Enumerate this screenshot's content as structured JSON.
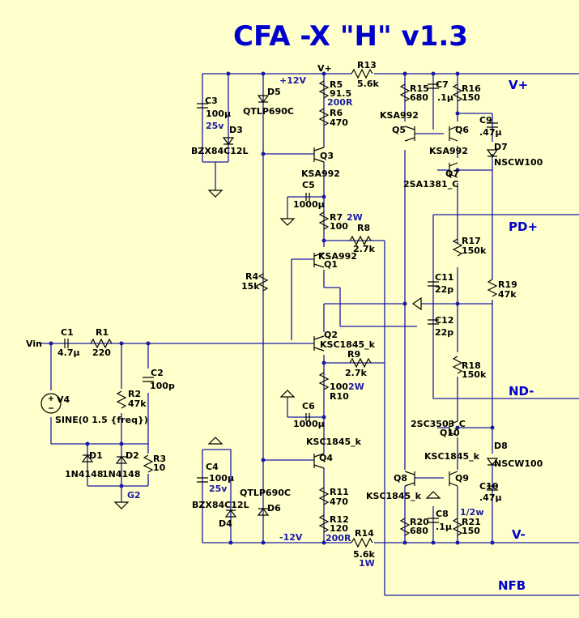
{
  "title": "CFA -X \"H\" v1.3",
  "nets": {
    "vplus": "V+",
    "vminus": "V-",
    "pdplus": "PD+",
    "ndminus": "ND-",
    "nfb": "NFB",
    "vin": "Vin",
    "plus12": "+12V",
    "minus12": "-12V",
    "vplus_small": "V+",
    "g2": "G2"
  },
  "components": [
    {
      "ref": "C3",
      "value": "100µ",
      "note": "25v"
    },
    {
      "ref": "D3",
      "value": "BZX84C12L"
    },
    {
      "ref": "D5",
      "value": "QTLP690C"
    },
    {
      "ref": "R5",
      "value": "91.5",
      "note": "200R"
    },
    {
      "ref": "R6",
      "value": "470"
    },
    {
      "ref": "Q3",
      "value": "KSA992"
    },
    {
      "ref": "C5",
      "value": "1000µ"
    },
    {
      "ref": "R7",
      "value": "100",
      "note": "2W"
    },
    {
      "ref": "R8",
      "value": "2.7k"
    },
    {
      "ref": "Q1",
      "value": "KSA992"
    },
    {
      "ref": "R4",
      "value": "15k"
    },
    {
      "ref": "R13",
      "value": "5.6k"
    },
    {
      "ref": "R15",
      "value": "680"
    },
    {
      "ref": "C7",
      "value": ".1µ"
    },
    {
      "ref": "R16",
      "value": "150"
    },
    {
      "ref": "C9",
      "value": ".47µ"
    },
    {
      "ref": "Q5",
      "value": "KSA992"
    },
    {
      "ref": "Q6",
      "value": "KSA992"
    },
    {
      "ref": "D7",
      "value": "NSCW100"
    },
    {
      "ref": "Q7",
      "value": "2SA1381_C"
    },
    {
      "ref": "R17",
      "value": "150k"
    },
    {
      "ref": "C11",
      "value": "22p"
    },
    {
      "ref": "C12",
      "value": "22p"
    },
    {
      "ref": "R19",
      "value": "47k"
    },
    {
      "ref": "R18",
      "value": "150k"
    },
    {
      "ref": "C1",
      "value": "4.7µ"
    },
    {
      "ref": "R1",
      "value": "220"
    },
    {
      "ref": "C2",
      "value": "100p"
    },
    {
      "ref": "R2",
      "value": "47k"
    },
    {
      "ref": "V4",
      "value": "SINE(0 1.5 {freq})"
    },
    {
      "ref": "D1",
      "value": "1N4148"
    },
    {
      "ref": "D2",
      "value": "1N4148"
    },
    {
      "ref": "R3",
      "value": "10"
    },
    {
      "ref": "Q2",
      "value": "KSC1845_k"
    },
    {
      "ref": "R9",
      "value": "2.7k"
    },
    {
      "ref": "R10",
      "value": "100",
      "note": "2W"
    },
    {
      "ref": "C6",
      "value": "1000µ"
    },
    {
      "ref": "Q4",
      "value": "KSC1845_k"
    },
    {
      "ref": "C4",
      "value": "100µ",
      "note": "25v"
    },
    {
      "ref": "D4",
      "value": "BZX84C12L"
    },
    {
      "ref": "D6",
      "value": "QTLP690C"
    },
    {
      "ref": "R11",
      "value": "470"
    },
    {
      "ref": "R12",
      "value": "120",
      "note": "200R"
    },
    {
      "ref": "R14",
      "value": "5.6k",
      "note": "1W"
    },
    {
      "ref": "Q10",
      "value": "2SC3503_C"
    },
    {
      "ref": "D8",
      "value": "NSCW100"
    },
    {
      "ref": "Q8",
      "value": "KSC1845_k"
    },
    {
      "ref": "Q9",
      "value": "KSC1845_k"
    },
    {
      "ref": "C10",
      "value": ".47µ"
    },
    {
      "ref": "R20",
      "value": "680"
    },
    {
      "ref": "C8",
      "value": ".1µ"
    },
    {
      "ref": "R21",
      "value": "150",
      "note": "1/2w"
    }
  ]
}
